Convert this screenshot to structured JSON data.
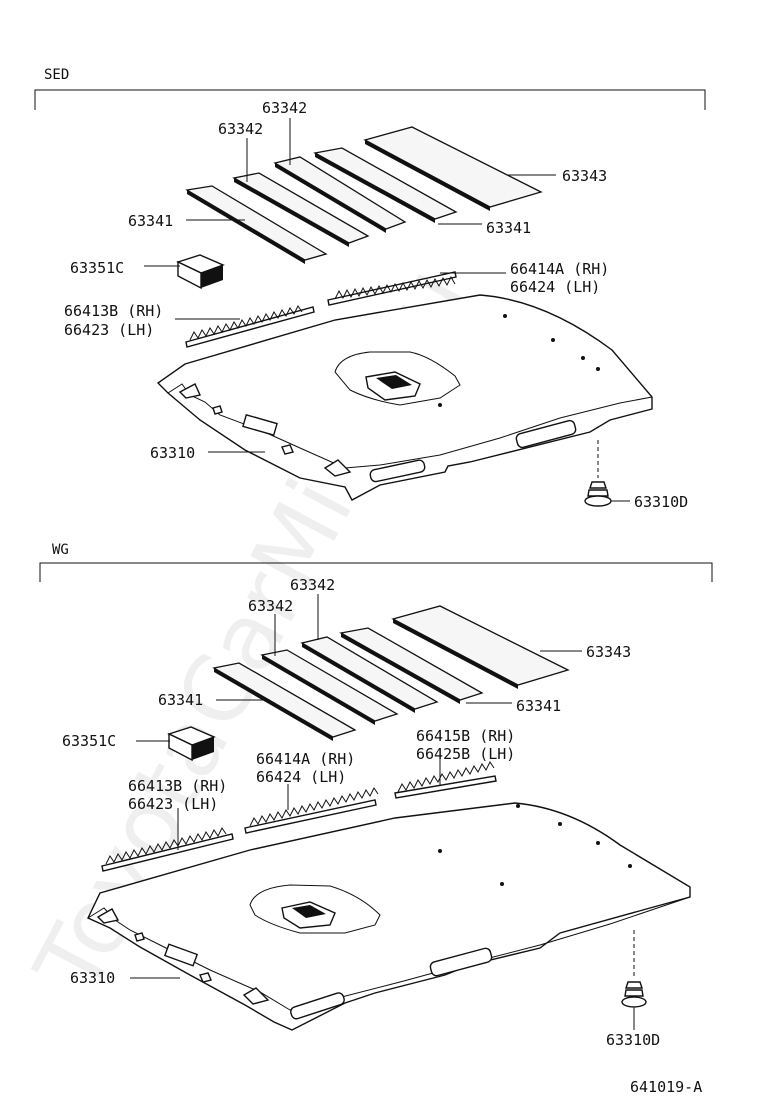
{
  "watermark": "ToyotaCarMine.ru",
  "figure_id": "641019-A",
  "sections": {
    "sed": {
      "title": "SED",
      "labels": {
        "p63342_top": "63342",
        "p63342": "63342",
        "p63341_left": "63341",
        "p63343": "63343",
        "p63341_right": "63341",
        "p63351c": "63351C",
        "p66414a": "66414A (RH)",
        "p66424": "66424  (LH)",
        "p66413b": "66413B (RH)",
        "p66423": "66423  (LH)",
        "p63310": "63310",
        "p63310d": "63310D"
      }
    },
    "wg": {
      "title": "WG",
      "labels": {
        "p63342_top": "63342",
        "p63342": "63342",
        "p63341_left": "63341",
        "p63343": "63343",
        "p63341_right": "63341",
        "p63351c": "63351C",
        "p66414a": "66414A (RH)",
        "p66424": "66424  (LH)",
        "p66415b": "66415B (RH)",
        "p66425b": "66425B (LH)",
        "p66413b": "66413B (RH)",
        "p66423": "66423  (LH)",
        "p63310": "63310",
        "p63310d": "63310D"
      }
    }
  }
}
